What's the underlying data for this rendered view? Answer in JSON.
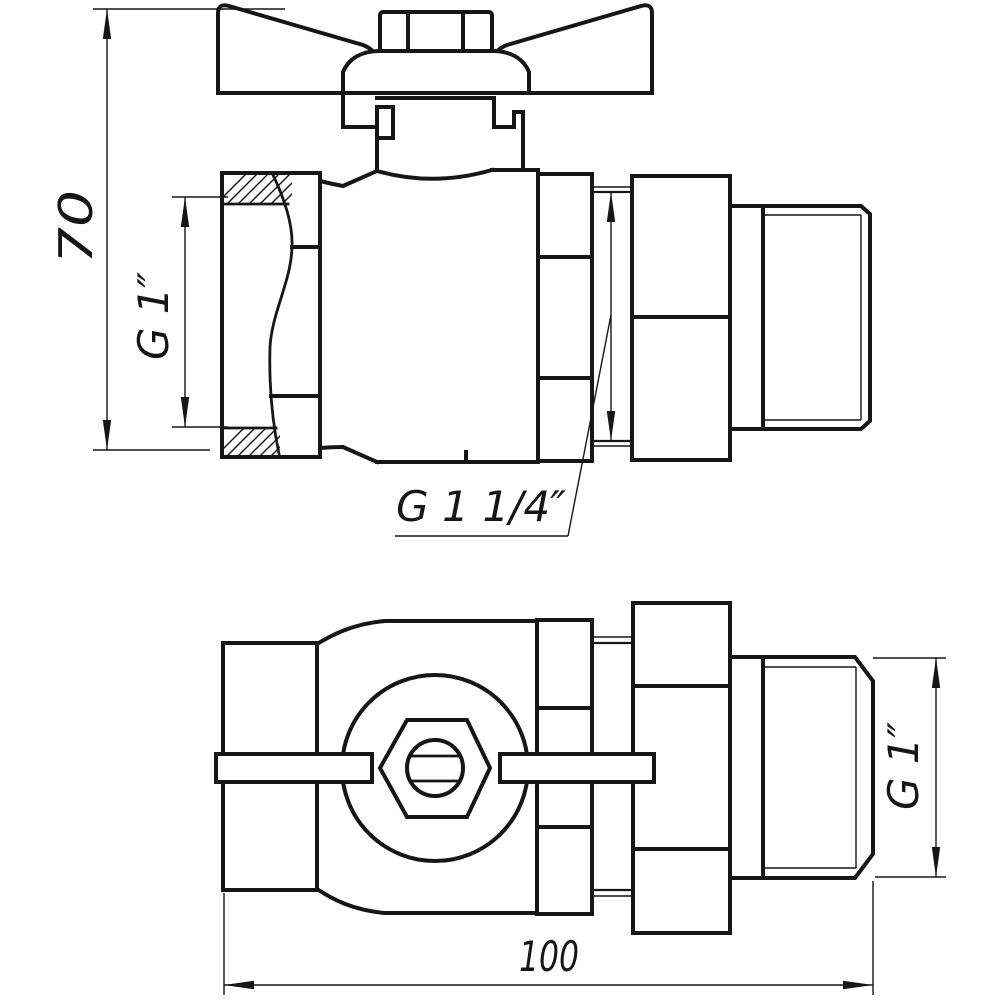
{
  "meta": {
    "title": "Ball valve with butterfly handle - dimensioned technical drawing, two orthographic views",
    "background_color": "#ffffff",
    "line_color": "#161616"
  },
  "views": {
    "front": {
      "name": "front elevation (valve with butterfly handle, female end in partial section)",
      "dims": {
        "height": {
          "label": "70",
          "meaning": "overall height from handle top to body bottom"
        },
        "inlet_thread": {
          "label": "G 1″",
          "meaning": "female inlet thread size"
        },
        "union_thread": {
          "label": "G 1 1/4″",
          "meaning": "union nut thread size (leader with underline)"
        }
      }
    },
    "plan": {
      "name": "plan view (stem nut, handle bars, union and male thread)",
      "dims": {
        "outlet_thread": {
          "label": "G 1″",
          "meaning": "male outlet thread size"
        },
        "length": {
          "label": "100",
          "meaning": "overall length across valve"
        }
      }
    }
  }
}
